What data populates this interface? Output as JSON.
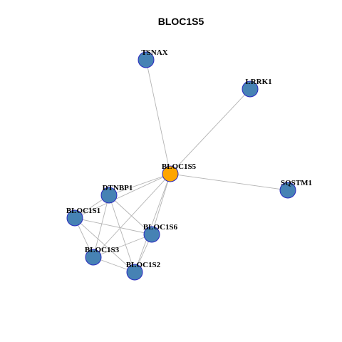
{
  "title": "BLOC1S5",
  "colors": {
    "hub_fill": "#FFA500",
    "node_fill": "#4682B4",
    "node_border": "#2A2ABF",
    "edge": "#B4B4B4"
  },
  "nodes": [
    {
      "id": "BLOC1S5",
      "label": "BLOC1S5",
      "hub": true
    },
    {
      "id": "TSNAX",
      "label": "TSNAX",
      "hub": false
    },
    {
      "id": "LRRK1",
      "label": "LRRK1",
      "hub": false
    },
    {
      "id": "SQSTM1",
      "label": "SQSTM1",
      "hub": false
    },
    {
      "id": "DTNBP1",
      "label": "DTNBP1",
      "hub": false
    },
    {
      "id": "BLOC1S1",
      "label": "BLOC1S1",
      "hub": false
    },
    {
      "id": "BLOC1S6",
      "label": "BLOC1S6",
      "hub": false
    },
    {
      "id": "BLOC1S3",
      "label": "BLOC1S3",
      "hub": false
    },
    {
      "id": "BLOC1S2",
      "label": "BLOC1S2",
      "hub": false
    }
  ],
  "edges": [
    [
      "BLOC1S5",
      "TSNAX"
    ],
    [
      "BLOC1S5",
      "LRRK1"
    ],
    [
      "BLOC1S5",
      "SQSTM1"
    ],
    [
      "BLOC1S5",
      "DTNBP1"
    ],
    [
      "BLOC1S5",
      "BLOC1S1"
    ],
    [
      "BLOC1S5",
      "BLOC1S6"
    ],
    [
      "BLOC1S5",
      "BLOC1S3"
    ],
    [
      "BLOC1S5",
      "BLOC1S2"
    ],
    [
      "DTNBP1",
      "BLOC1S1"
    ],
    [
      "DTNBP1",
      "BLOC1S6"
    ],
    [
      "DTNBP1",
      "BLOC1S3"
    ],
    [
      "DTNBP1",
      "BLOC1S2"
    ],
    [
      "BLOC1S1",
      "BLOC1S6"
    ],
    [
      "BLOC1S1",
      "BLOC1S3"
    ],
    [
      "BLOC1S1",
      "BLOC1S2"
    ],
    [
      "BLOC1S6",
      "BLOC1S3"
    ],
    [
      "BLOC1S6",
      "BLOC1S2"
    ],
    [
      "BLOC1S3",
      "BLOC1S2"
    ]
  ]
}
